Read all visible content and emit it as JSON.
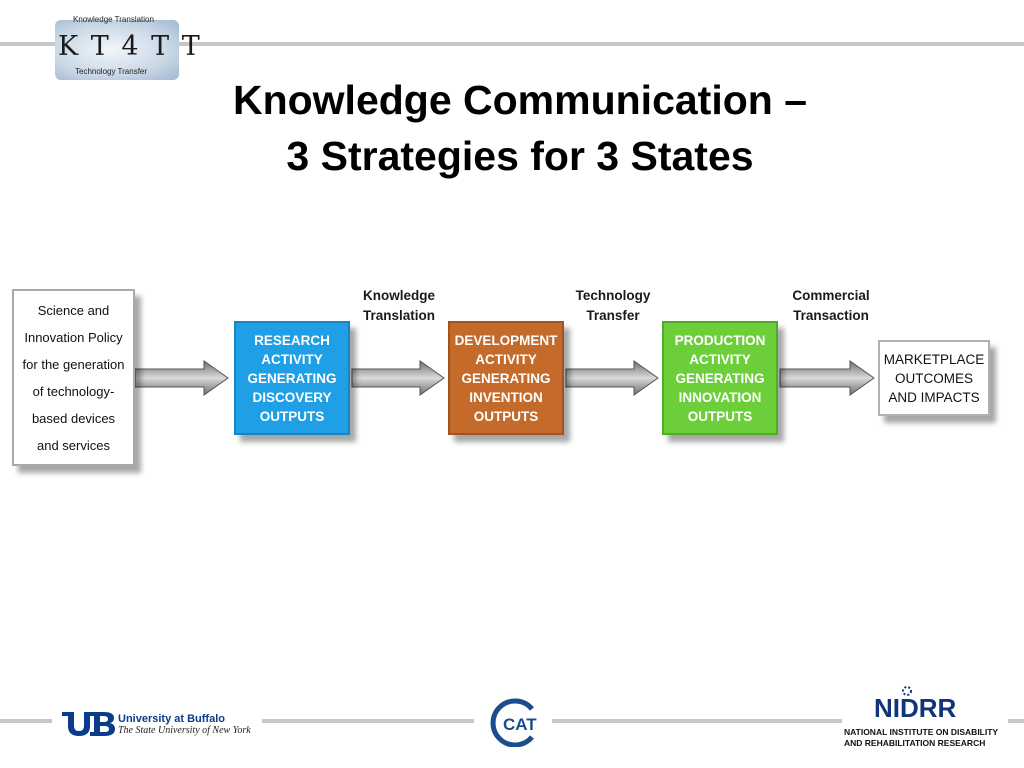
{
  "header": {
    "logo": {
      "top_text": "Knowledge Translation",
      "mark": "K T 4 T T",
      "bottom_text": "Technology Transfer"
    },
    "title_line1": "Knowledge Communication –",
    "title_line2": "3 Strategies for 3 States"
  },
  "diagram": {
    "nodes": [
      {
        "id": "policy",
        "lines": [
          "Science and",
          "Innovation Policy",
          "for the generation",
          "of technology-",
          "based devices",
          "and services"
        ],
        "fill": "#ffffff"
      },
      {
        "id": "research",
        "lines": [
          "RESEARCH",
          "ACTIVITY",
          "GENERATING",
          "DISCOVERY",
          "OUTPUTS"
        ],
        "fill": "#1fa0e6"
      },
      {
        "id": "development",
        "lines": [
          "DEVELOPMENT",
          "ACTIVITY",
          "GENERATING",
          "INVENTION",
          "OUTPUTS"
        ],
        "fill": "#c46a2a"
      },
      {
        "id": "production",
        "lines": [
          "PRODUCTION",
          "ACTIVITY",
          "GENERATING",
          "INNOVATION",
          "OUTPUTS"
        ],
        "fill": "#6ccf3a"
      },
      {
        "id": "marketplace",
        "lines": [
          "MARKETPLACE",
          "OUTCOMES",
          "AND IMPACTS"
        ],
        "fill": "#ffffff"
      }
    ],
    "edge_labels": {
      "knowledge": [
        "Knowledge",
        "Translation"
      ],
      "technology": [
        "Technology",
        "Transfer"
      ],
      "commercial": [
        "Commercial",
        "Transaction"
      ]
    },
    "arrow_color": "#8c8c8c"
  },
  "footer": {
    "ub_line1": "University at Buffalo",
    "ub_line2": "The State University of New York",
    "ub_color": "#0b3c8c",
    "cat_text": "CAT",
    "nidrr_name": "NIDRR",
    "nidrr_full1": "NATIONAL INSTITUTE ON DISABILITY",
    "nidrr_full2": "AND REHABILITATION RESEARCH",
    "nidrr_color": "#12347a"
  }
}
